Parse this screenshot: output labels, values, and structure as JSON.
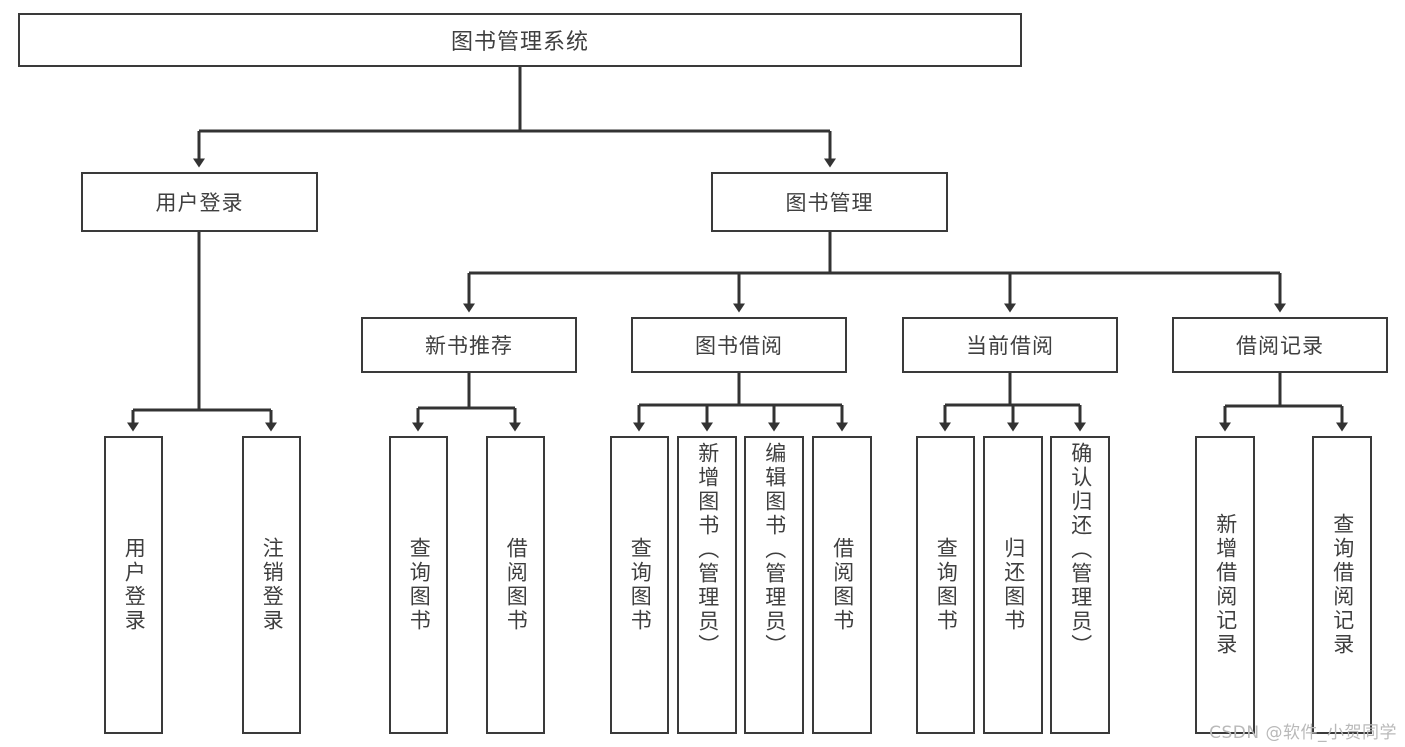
{
  "diagram": {
    "title_text": "图书管理系统",
    "root": {
      "label": "图书管理系统"
    },
    "level2": [
      {
        "label": "用户登录"
      },
      {
        "label": "图书管理"
      }
    ],
    "level3": [
      {
        "label": "新书推荐"
      },
      {
        "label": "图书借阅"
      },
      {
        "label": "当前借阅"
      },
      {
        "label": "借阅记录"
      }
    ],
    "leaves": [
      {
        "label": "用户登录"
      },
      {
        "label": "注销登录"
      },
      {
        "label": "查询图书"
      },
      {
        "label": "借阅图书"
      },
      {
        "label": "查询图书"
      },
      {
        "label": "新增图书（管理员）"
      },
      {
        "label": "编辑图书（管理员）"
      },
      {
        "label": "借阅图书"
      },
      {
        "label": "查询图书"
      },
      {
        "label": "归还图书"
      },
      {
        "label": "确认归还（管理员）"
      },
      {
        "label": "新增借阅记录"
      },
      {
        "label": "查询借阅记录"
      }
    ],
    "colors": {
      "box_border": "#3a3a3a",
      "box_fill": "#ffffff",
      "text": "#3f3f3f",
      "connector": "#333333",
      "watermark": "#b9b9b9",
      "background": "#ffffff"
    }
  },
  "watermark": {
    "text": "CSDN @软件_小贺同学"
  }
}
